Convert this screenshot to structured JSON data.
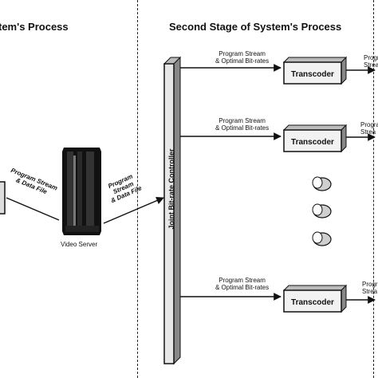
{
  "stages": {
    "first_title": "tem's Process",
    "second_title": "Second Stage of System's Process"
  },
  "controller": {
    "label": "Joint Bit-rate Controller"
  },
  "server": {
    "label": "Video Server"
  },
  "input_arrow_labels": {
    "left": [
      "Program Stream",
      "& Data File"
    ],
    "right": [
      "Program",
      "Stream",
      "& Data File"
    ]
  },
  "transcoders": [
    {
      "label": "Transcoder",
      "input_label": [
        "Program Stream",
        "& Optimal Bit-rates"
      ],
      "output_label": [
        "Progra",
        "Strea"
      ]
    },
    {
      "label": "Transcoder",
      "input_label": [
        "Program Stream",
        "& Optimal Bit-rates"
      ],
      "output_label": [
        "Progra",
        "Strea"
      ]
    },
    {
      "label": "Transcoder",
      "input_label": [
        "Program Stream",
        "& Optimal Bit-rates"
      ],
      "output_label": [
        "Progra",
        "Strea"
      ]
    }
  ]
}
